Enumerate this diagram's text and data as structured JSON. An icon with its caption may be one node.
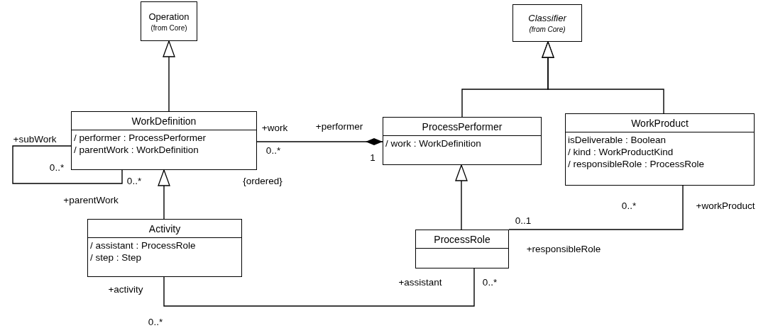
{
  "diagram": {
    "nodes": [
      {
        "text": [
          "Operation",
          "(from Core)"
        ]
      },
      {
        "text": [
          "Classifier",
          "(from Core)"
        ]
      },
      {
        "text": [
          "WorkDefinition",
          "/ performer : ProcessPerformer",
          "/ parentWork : WorkDefinition"
        ]
      },
      {
        "text": [
          "ProcessPerformer",
          "/ work : WorkDefinition"
        ]
      },
      {
        "text": [
          "WorkProduct",
          "isDeliverable : Boolean",
          "/ kind : WorkProductKind",
          "/ responsibleRole : ProcessRole"
        ]
      },
      {
        "text": [
          "Activity",
          "/ assistant : ProcessRole",
          "/ step : Step"
        ]
      },
      {
        "text": [
          "ProcessRole"
        ]
      }
    ],
    "edges": [
      {
        "from": 2,
        "to": 0,
        "arrow": "to"
      },
      {
        "from": 3,
        "to": 1,
        "arrow": "to"
      },
      {
        "from": 4,
        "to": 1,
        "arrow": "to"
      },
      {
        "from": 2,
        "to": 2,
        "arrow": "none"
      },
      {
        "from": 5,
        "to": 2,
        "arrow": "to"
      },
      {
        "from": 2,
        "to": 3,
        "arrow": "other"
      },
      {
        "from": 6,
        "to": 3,
        "arrow": "to"
      },
      {
        "from": 6,
        "to": 4,
        "arrow": "none"
      },
      {
        "from": 5,
        "to": 6,
        "arrow": "none"
      }
    ],
    "labels": [
      "+work",
      "+performer",
      "+subWork",
      "0..*",
      "1",
      "0..*",
      "0..*",
      "{ordered}",
      "+parentWork",
      "0..*",
      "+workProduct",
      "0..1",
      "+responsibleRole",
      "+assistant",
      "0..*",
      "+activity",
      "0..*"
    ]
  }
}
